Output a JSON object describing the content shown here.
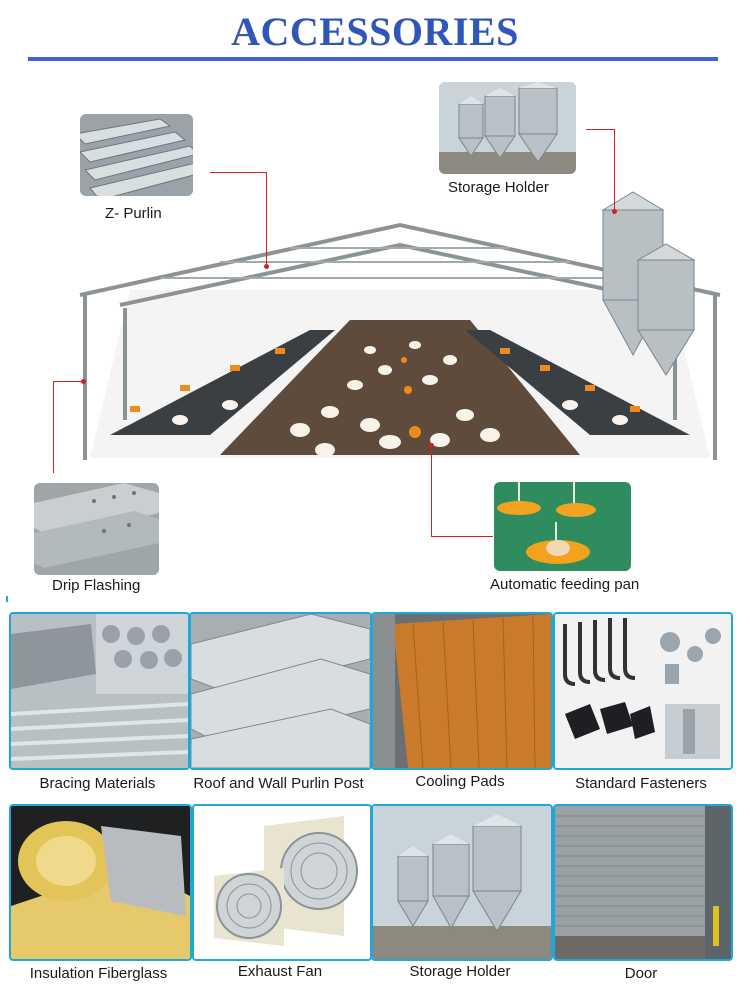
{
  "header": {
    "title": "ACCESSORIES"
  },
  "callouts": {
    "z_purlin": {
      "label": "Z- Purlin"
    },
    "storage_holder": {
      "label": "Storage Holder"
    },
    "drip_flashing": {
      "label": "Drip Flashing"
    },
    "feeding_pan": {
      "label": "Automatic feeding pan"
    }
  },
  "grid": {
    "row1": [
      {
        "label": "Bracing Materials"
      },
      {
        "label": "Roof and Wall Purlin Post"
      },
      {
        "label": "Cooling Pads"
      },
      {
        "label": "Standard Fasteners"
      }
    ],
    "row2": [
      {
        "label": "Insulation Fiberglass"
      },
      {
        "label": "Exhaust Fan"
      },
      {
        "label": "Storage Holder"
      },
      {
        "label": "Door"
      }
    ]
  },
  "colors": {
    "title": "#2f56b8",
    "accent_blue": "#1ea7d8",
    "leader_red": "#d21f1f"
  }
}
